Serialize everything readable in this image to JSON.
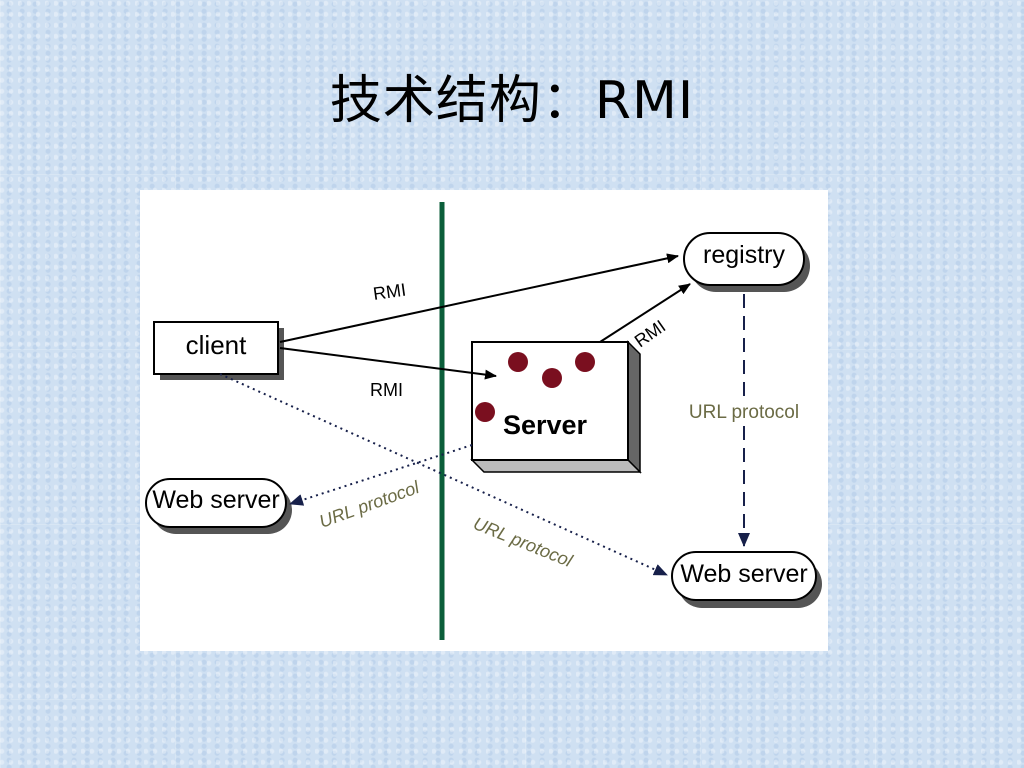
{
  "slide": {
    "title": "技术结构：RMI"
  },
  "diagram": {
    "nodes": {
      "client": "client",
      "server": "Server",
      "registry": "registry",
      "web_server_left": "Web server",
      "web_server_right": "Web server"
    },
    "edges": {
      "client_to_registry": "RMI",
      "client_to_server": "RMI",
      "server_to_registry": "RMI",
      "server_to_left_web": "URL protocol",
      "client_to_right_web": "URL protocol",
      "registry_to_right_web": "URL protocol"
    },
    "colors": {
      "divider": "#0b5e3a",
      "dot": "#7a0f1f",
      "arrowhead": "#17204a",
      "protocol_text": "#6b6b45",
      "dashed": "#17204a"
    }
  }
}
